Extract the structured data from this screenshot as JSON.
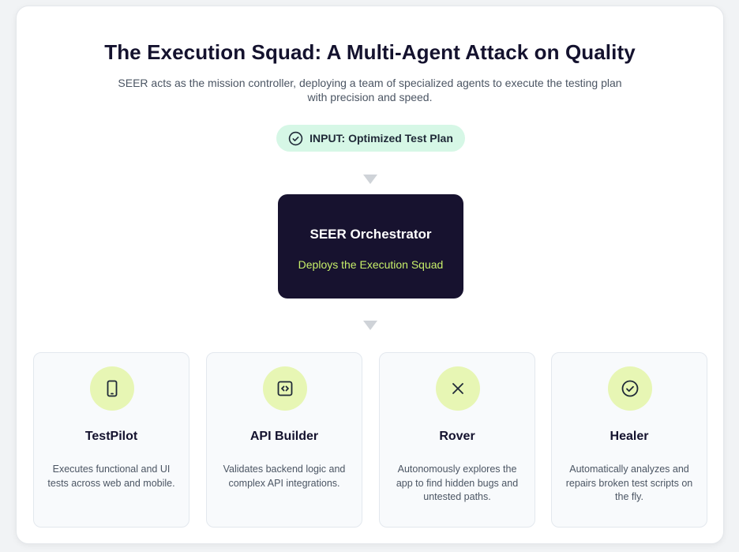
{
  "header": {
    "title": "The Execution Squad: A Multi-Agent Attack on Quality",
    "subtitle": "SEER acts as the mission controller, deploying a team of specialized agents to execute the testing plan with precision and speed."
  },
  "input": {
    "label": "INPUT: Optimized Test Plan",
    "icon": "check-circle-icon"
  },
  "orchestrator": {
    "title": "SEER Orchestrator",
    "subtitle": "Deploys the Execution Squad"
  },
  "agents": [
    {
      "name": "TestPilot",
      "description": "Executes functional and UI tests across web and mobile.",
      "icon": "smartphone-icon"
    },
    {
      "name": "API Builder",
      "description": "Validates backend logic and complex API integrations.",
      "icon": "code-icon"
    },
    {
      "name": "Rover",
      "description": "Autonomously explores the app to find hidden bugs and untested paths.",
      "icon": "x-icon"
    },
    {
      "name": "Healer",
      "description": "Automatically analyzes and repairs broken test scripts on the fly.",
      "icon": "check-circle-icon"
    }
  ],
  "colors": {
    "title": "#14122e",
    "pill_bg": "#d6f7e6",
    "orchestrator_bg": "#17122f",
    "orchestrator_accent": "#c7ef6a",
    "icon_circle_bg": "#e7f6b4",
    "arrow": "#cfd3d8"
  }
}
